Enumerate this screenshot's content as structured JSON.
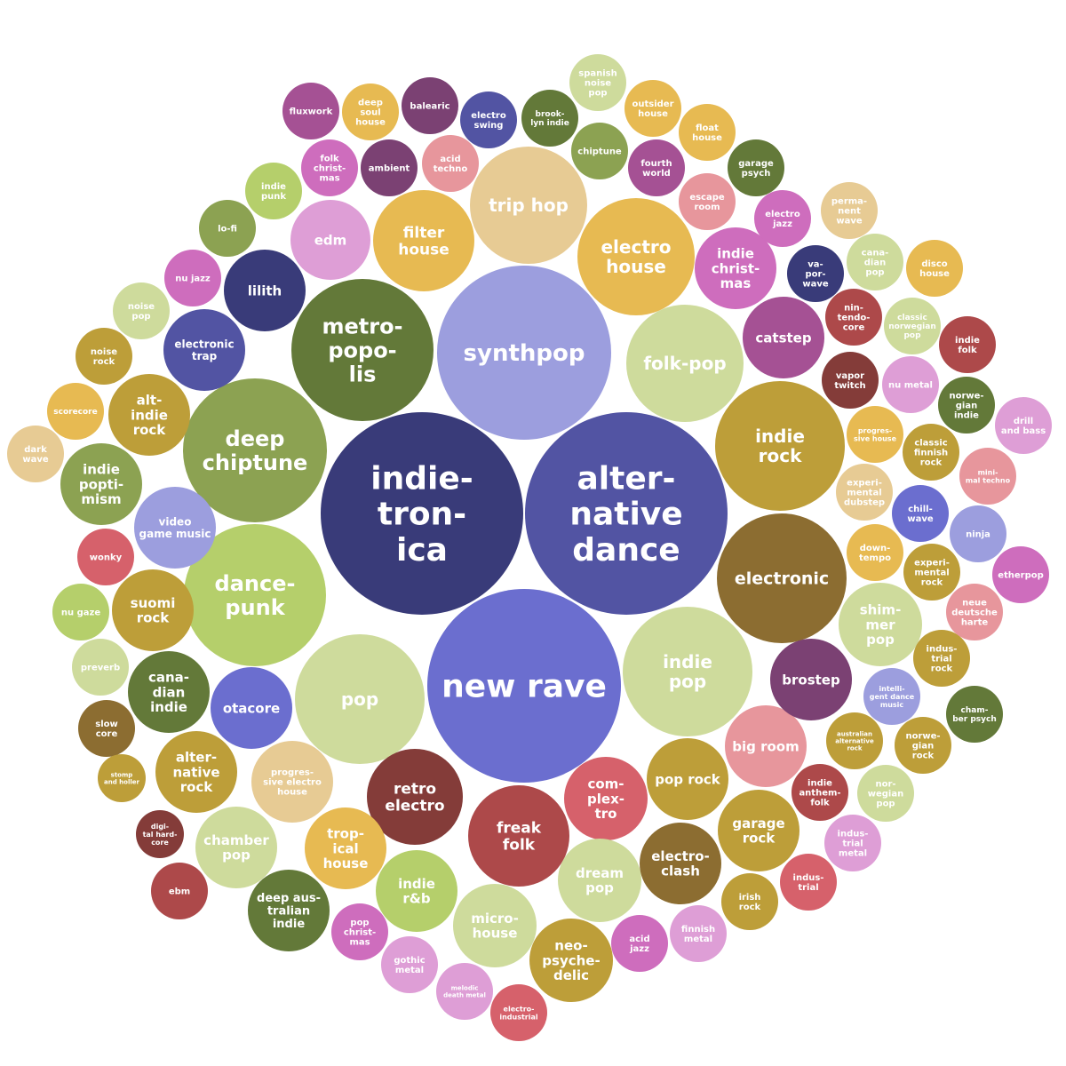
{
  "chart_data": {
    "type": "packed-bubble",
    "title": "",
    "bubbles": [
      {
        "label": "indie-\ntron-\nica",
        "size": 114,
        "color": "#393b79"
      },
      {
        "label": "alter-\nnative\ndance",
        "size": 114,
        "color": "#5254a3"
      },
      {
        "label": "new rave",
        "size": 109,
        "color": "#6b6ecf"
      },
      {
        "label": "synthpop",
        "size": 98,
        "color": "#9c9ede"
      },
      {
        "label": "metro-\npopo-\nlis",
        "size": 80,
        "color": "#637939"
      },
      {
        "label": "deep\nchiptune",
        "size": 81,
        "color": "#8ca252"
      },
      {
        "label": "dance-\npunk",
        "size": 80,
        "color": "#b5cf6b"
      },
      {
        "label": "pop",
        "size": 73,
        "color": "#cedb9c"
      },
      {
        "label": "electronic",
        "size": 73,
        "color": "#8c6d31"
      },
      {
        "label": "indie\nrock",
        "size": 73,
        "color": "#bd9e39"
      },
      {
        "label": "indie\npop",
        "size": 73,
        "color": "#cedb9c"
      },
      {
        "label": "electro\nhouse",
        "size": 66,
        "color": "#e7ba52"
      },
      {
        "label": "folk-pop",
        "size": 66,
        "color": "#cedb9c"
      },
      {
        "label": "trip hop",
        "size": 66,
        "color": "#e7cb94"
      },
      {
        "label": "filter\nhouse",
        "size": 57,
        "color": "#e7ba52"
      },
      {
        "label": "edm",
        "size": 45,
        "color": "#de9ed6"
      },
      {
        "label": "retro\nelectro",
        "size": 54,
        "color": "#843c39"
      },
      {
        "label": "freak\nfolk",
        "size": 57,
        "color": "#ad494a"
      },
      {
        "label": "com-\nplex-\ntro",
        "size": 47,
        "color": "#d6616b"
      },
      {
        "label": "dream\npop",
        "size": 47,
        "color": "#cedb9c"
      },
      {
        "label": "micro-\nhouse",
        "size": 47,
        "color": "#cedb9c"
      },
      {
        "label": "neo-\npsyche-\ndelic",
        "size": 47,
        "color": "#bd9e39"
      },
      {
        "label": "electro-\nclash",
        "size": 46,
        "color": "#8c6d31"
      },
      {
        "label": "pop rock",
        "size": 46,
        "color": "#bd9e39"
      },
      {
        "label": "big room",
        "size": 46,
        "color": "#e7969c"
      },
      {
        "label": "garage\nrock",
        "size": 46,
        "color": "#bd9e39"
      },
      {
        "label": "brostep",
        "size": 46,
        "color": "#7b4173"
      },
      {
        "label": "shim-\nmer\npop",
        "size": 47,
        "color": "#cedb9c"
      },
      {
        "label": "catstep",
        "size": 46,
        "color": "#a55194"
      },
      {
        "label": "indie\nchrist-\nmas",
        "size": 46,
        "color": "#ce6dbd"
      },
      {
        "label": "lilith",
        "size": 46,
        "color": "#393b79"
      },
      {
        "label": "electronic\ntrap",
        "size": 46,
        "color": "#5254a3"
      },
      {
        "label": "video\ngame music",
        "size": 46,
        "color": "#9c9ede"
      },
      {
        "label": "otacore",
        "size": 46,
        "color": "#6b6ecf"
      },
      {
        "label": "alt-\nindie\nrock",
        "size": 46,
        "color": "#bd9e39"
      },
      {
        "label": "suomi\nrock",
        "size": 46,
        "color": "#bd9e39"
      },
      {
        "label": "indie\npopti-\nmism",
        "size": 46,
        "color": "#8ca252"
      },
      {
        "label": "cana-\ndian\nindie",
        "size": 46,
        "color": "#637939"
      },
      {
        "label": "alter-\nnative\nrock",
        "size": 46,
        "color": "#bd9e39"
      },
      {
        "label": "progres-\nsive electro\nhouse",
        "size": 46,
        "color": "#e7cb94"
      },
      {
        "label": "trop-\nical\nhouse",
        "size": 46,
        "color": "#e7ba52"
      },
      {
        "label": "indie\nr&b",
        "size": 46,
        "color": "#b5cf6b"
      },
      {
        "label": "chamber\npop",
        "size": 46,
        "color": "#cedb9c"
      },
      {
        "label": "deep aus-\ntralian\nindie",
        "size": 46,
        "color": "#637939"
      },
      {
        "label": "wonky",
        "size": 32,
        "color": "#d6616b"
      },
      {
        "label": "nu gaze",
        "size": 32,
        "color": "#b5cf6b"
      },
      {
        "label": "preverb",
        "size": 32,
        "color": "#cedb9c"
      },
      {
        "label": "slow\ncore",
        "size": 32,
        "color": "#8c6d31"
      },
      {
        "label": "stomp\nand holler",
        "size": 27,
        "color": "#bd9e39"
      },
      {
        "label": "digi-\ntal hard-\ncore",
        "size": 27,
        "color": "#843c39"
      },
      {
        "label": "ebm",
        "size": 32,
        "color": "#ad494a"
      },
      {
        "label": "pop\nchrist-\nmas",
        "size": 32,
        "color": "#ce6dbd"
      },
      {
        "label": "gothic\nmetal",
        "size": 32,
        "color": "#de9ed6"
      },
      {
        "label": "melodic\ndeath metal",
        "size": 32,
        "color": "#de9ed6"
      },
      {
        "label": "electro-\nindustrial",
        "size": 32,
        "color": "#d6616b"
      },
      {
        "label": "acid\njazz",
        "size": 32,
        "color": "#ce6dbd"
      },
      {
        "label": "finnish\nmetal",
        "size": 32,
        "color": "#de9ed6"
      },
      {
        "label": "irish\nrock",
        "size": 32,
        "color": "#bd9e39"
      },
      {
        "label": "indus-\ntrial",
        "size": 32,
        "color": "#d6616b"
      },
      {
        "label": "indus-\ntrial\nmetal",
        "size": 32,
        "color": "#de9ed6"
      },
      {
        "label": "indie\nanthem-\nfolk",
        "size": 32,
        "color": "#ad494a"
      },
      {
        "label": "nor-\nwegian\npop",
        "size": 32,
        "color": "#cedb9c"
      },
      {
        "label": "australian\nalternative\nrock",
        "size": 32,
        "color": "#bd9e39"
      },
      {
        "label": "norwe-\ngian\nrock",
        "size": 32,
        "color": "#bd9e39"
      },
      {
        "label": "intelli-\ngent dance\nmusic",
        "size": 32,
        "color": "#9c9ede"
      },
      {
        "label": "cham-\nber psych",
        "size": 32,
        "color": "#637939"
      },
      {
        "label": "indus-\ntrial\nrock",
        "size": 32,
        "color": "#bd9e39"
      },
      {
        "label": "neue\ndeutsche\nharte",
        "size": 32,
        "color": "#e7969c"
      },
      {
        "label": "experi-\nmental\nrock",
        "size": 32,
        "color": "#bd9e39"
      },
      {
        "label": "etherpop",
        "size": 32,
        "color": "#ce6dbd"
      },
      {
        "label": "down-\ntempo",
        "size": 32,
        "color": "#e7ba52"
      },
      {
        "label": "chill-\nwave",
        "size": 32,
        "color": "#6b6ecf"
      },
      {
        "label": "ninja",
        "size": 32,
        "color": "#9c9ede"
      },
      {
        "label": "experi-\nmental\ndubstep",
        "size": 32,
        "color": "#e7cb94"
      },
      {
        "label": "mini-\nmal techno",
        "size": 32,
        "color": "#e7969c"
      },
      {
        "label": "progres-\nsive house",
        "size": 32,
        "color": "#e7ba52"
      },
      {
        "label": "classic\nfinnish\nrock",
        "size": 32,
        "color": "#bd9e39"
      },
      {
        "label": "drill\nand bass",
        "size": 32,
        "color": "#de9ed6"
      },
      {
        "label": "vapor\ntwitch",
        "size": 32,
        "color": "#843c39"
      },
      {
        "label": "nu metal",
        "size": 32,
        "color": "#de9ed6"
      },
      {
        "label": "norwe-\ngian\nindie",
        "size": 32,
        "color": "#637939"
      },
      {
        "label": "nin-\ntendo-\ncore",
        "size": 32,
        "color": "#ad494a"
      },
      {
        "label": "classic\nnorwegian\npop",
        "size": 32,
        "color": "#cedb9c"
      },
      {
        "label": "indie\nfolk",
        "size": 32,
        "color": "#ad494a"
      },
      {
        "label": "va-\npor-\nwave",
        "size": 32,
        "color": "#393b79"
      },
      {
        "label": "cana-\ndian\npop",
        "size": 32,
        "color": "#cedb9c"
      },
      {
        "label": "disco\nhouse",
        "size": 32,
        "color": "#e7ba52"
      },
      {
        "label": "electro\njazz",
        "size": 32,
        "color": "#ce6dbd"
      },
      {
        "label": "perma-\nnent\nwave",
        "size": 32,
        "color": "#e7cb94"
      },
      {
        "label": "escape\nroom",
        "size": 32,
        "color": "#e7969c"
      },
      {
        "label": "garage\npsych",
        "size": 32,
        "color": "#637939"
      },
      {
        "label": "fourth\nworld",
        "size": 32,
        "color": "#a55194"
      },
      {
        "label": "float\nhouse",
        "size": 32,
        "color": "#e7ba52"
      },
      {
        "label": "chiptune",
        "size": 32,
        "color": "#8ca252"
      },
      {
        "label": "outsider\nhouse",
        "size": 32,
        "color": "#e7ba52"
      },
      {
        "label": "spanish\nnoise\npop",
        "size": 32,
        "color": "#cedb9c"
      },
      {
        "label": "acid\ntechno",
        "size": 32,
        "color": "#e7969c"
      },
      {
        "label": "brook-\nlyn indie",
        "size": 32,
        "color": "#637939"
      },
      {
        "label": "electro\nswing",
        "size": 32,
        "color": "#5254a3"
      },
      {
        "label": "balearic",
        "size": 32,
        "color": "#7b4173"
      },
      {
        "label": "ambient",
        "size": 32,
        "color": "#7b4173"
      },
      {
        "label": "deep\nsoul\nhouse",
        "size": 32,
        "color": "#e7ba52"
      },
      {
        "label": "folk\nchrist-\nmas",
        "size": 32,
        "color": "#ce6dbd"
      },
      {
        "label": "fluxwork",
        "size": 32,
        "color": "#a55194"
      },
      {
        "label": "indie\npunk",
        "size": 32,
        "color": "#b5cf6b"
      },
      {
        "label": "lo-fi",
        "size": 32,
        "color": "#8ca252"
      },
      {
        "label": "nu jazz",
        "size": 32,
        "color": "#ce6dbd"
      },
      {
        "label": "noise\npop",
        "size": 32,
        "color": "#cedb9c"
      },
      {
        "label": "noise\nrock",
        "size": 32,
        "color": "#bd9e39"
      },
      {
        "label": "scorecore",
        "size": 32,
        "color": "#e7ba52"
      },
      {
        "label": "dark\nwave",
        "size": 32,
        "color": "#e7cb94"
      }
    ]
  }
}
